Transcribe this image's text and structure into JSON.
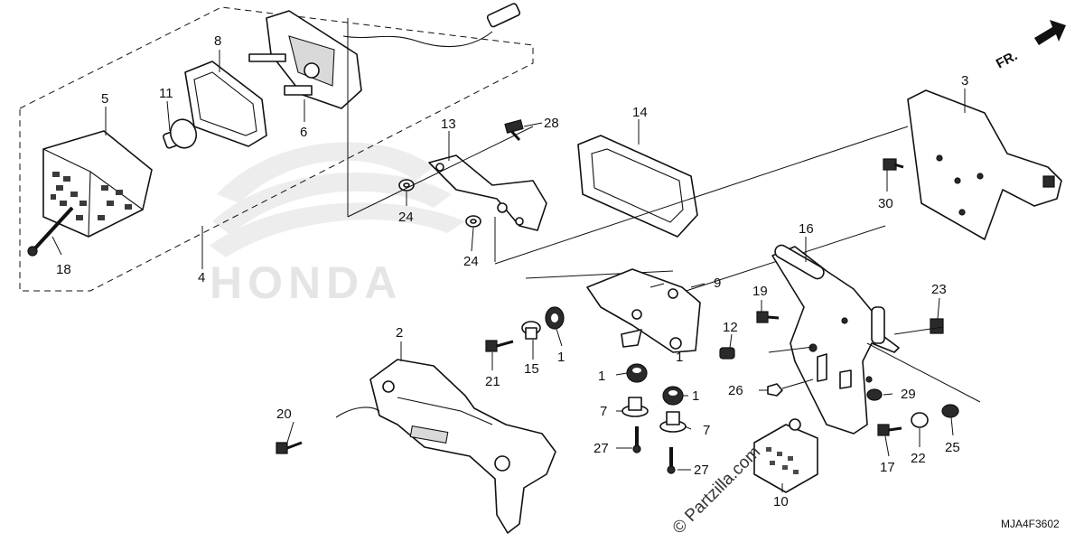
{
  "diagram": {
    "drawing_code": "MJA4F3602",
    "copyright_watermark": "© Partzilla.com",
    "front_indicator": "FR.",
    "brand_watermark": "HONDA",
    "callouts": [
      {
        "id": "c1a",
        "label": "1"
      },
      {
        "id": "c1b",
        "label": "1"
      },
      {
        "id": "c1c",
        "label": "1"
      },
      {
        "id": "c1d",
        "label": "1"
      },
      {
        "id": "c2",
        "label": "2"
      },
      {
        "id": "c3",
        "label": "3"
      },
      {
        "id": "c4",
        "label": "4"
      },
      {
        "id": "c5",
        "label": "5"
      },
      {
        "id": "c6",
        "label": "6"
      },
      {
        "id": "c7a",
        "label": "7"
      },
      {
        "id": "c7b",
        "label": "7"
      },
      {
        "id": "c8",
        "label": "8"
      },
      {
        "id": "c9",
        "label": "9"
      },
      {
        "id": "c10",
        "label": "10"
      },
      {
        "id": "c11",
        "label": "11"
      },
      {
        "id": "c12",
        "label": "12"
      },
      {
        "id": "c13",
        "label": "13"
      },
      {
        "id": "c14",
        "label": "14"
      },
      {
        "id": "c15",
        "label": "15"
      },
      {
        "id": "c16",
        "label": "16"
      },
      {
        "id": "c17",
        "label": "17"
      },
      {
        "id": "c18",
        "label": "18"
      },
      {
        "id": "c19",
        "label": "19"
      },
      {
        "id": "c20",
        "label": "20"
      },
      {
        "id": "c21",
        "label": "21"
      },
      {
        "id": "c22",
        "label": "22"
      },
      {
        "id": "c23",
        "label": "23"
      },
      {
        "id": "c24a",
        "label": "24"
      },
      {
        "id": "c24b",
        "label": "24"
      },
      {
        "id": "c25",
        "label": "25"
      },
      {
        "id": "c26",
        "label": "26"
      },
      {
        "id": "c27a",
        "label": "27"
      },
      {
        "id": "c27b",
        "label": "27"
      },
      {
        "id": "c28",
        "label": "28"
      },
      {
        "id": "c29",
        "label": "29"
      },
      {
        "id": "c30",
        "label": "30"
      }
    ]
  }
}
